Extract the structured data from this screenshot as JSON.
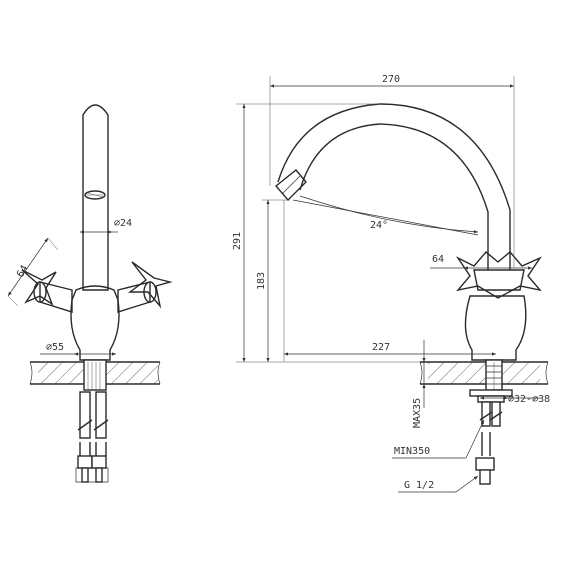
{
  "drawing": {
    "dimensions": {
      "overall_width": "270",
      "overall_height": "291",
      "spout_height": "183",
      "reach": "227",
      "handle_width_side": "64",
      "handle_width_front": "64",
      "spout_diameter": "∅24",
      "base_diameter": "∅55",
      "hole_diameter": "∅32-∅38",
      "max_thickness": "MAX35",
      "hose_length": "MIN350",
      "connection_thread": "G 1/2",
      "spout_angle": "24°"
    }
  }
}
